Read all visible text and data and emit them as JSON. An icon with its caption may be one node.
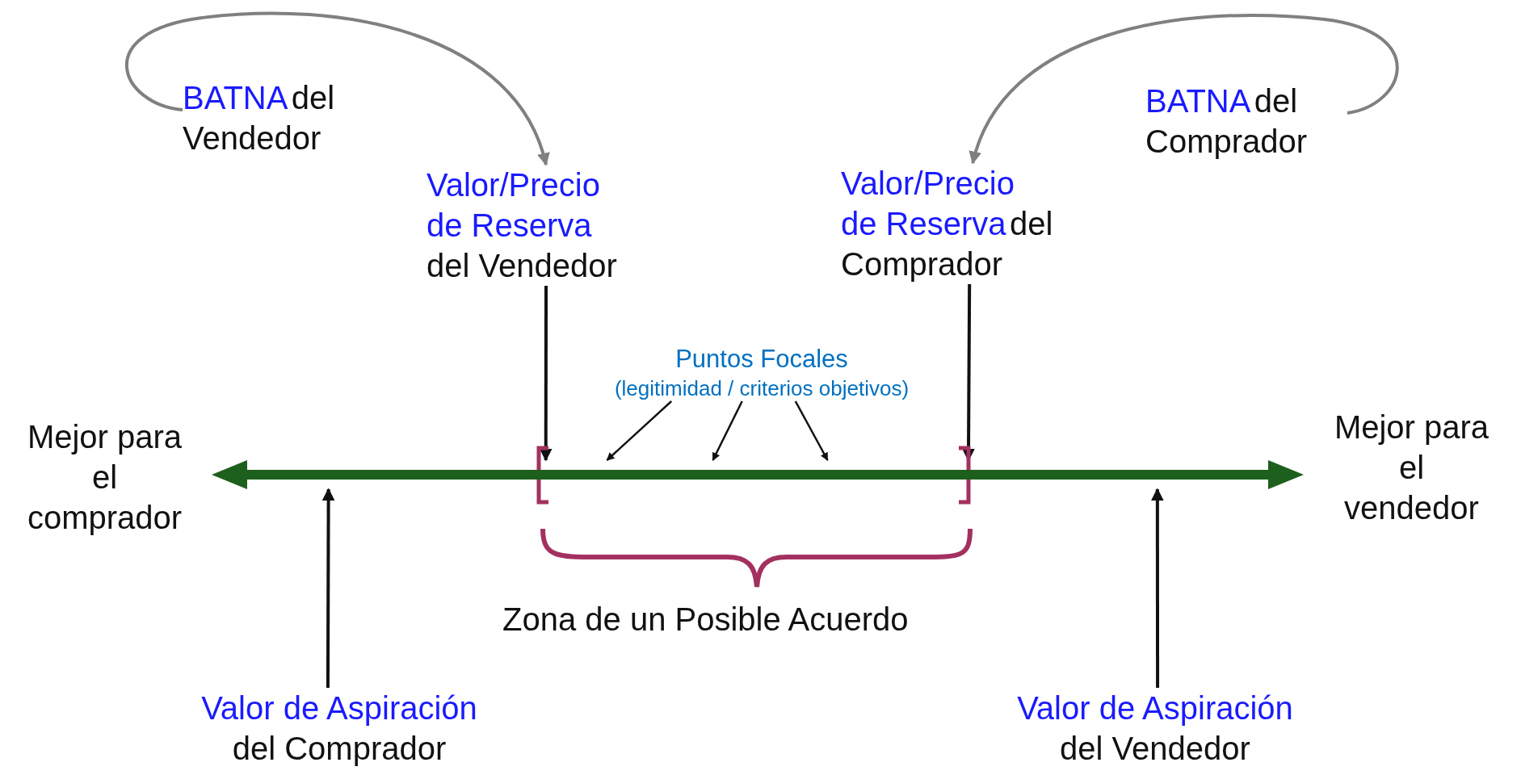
{
  "diagram": {
    "nodes": [
      {
        "text": [
          "BATNA",
          "del Vendedor"
        ]
      },
      {
        "text": [
          "BATNA",
          "del Comprador"
        ]
      },
      {
        "text": [
          "Valor/Precio de Reserva",
          "del Vendedor"
        ]
      },
      {
        "text": [
          "Valor/Precio de Reserva",
          "del Comprador"
        ]
      },
      {
        "text": [
          "Puntos Focales",
          "(legitimidad / criterios objetivos)"
        ]
      },
      {
        "text": [
          "Mejor para el comprador"
        ]
      },
      {
        "text": [],
        "shape": "bar"
      },
      {
        "text": [
          "Mejor para el vendedor"
        ]
      },
      {
        "text": [
          "Valor de Aspiración",
          "del Comprador"
        ]
      },
      {
        "text": [
          "Valor de Aspiración",
          "del Vendedor"
        ]
      }
    ],
    "edges": [
      {
        "from": 0,
        "to": 2,
        "arrow": "to",
        "color": "#808080"
      },
      {
        "from": 1,
        "to": 3,
        "arrow": "to",
        "color": "#808080"
      },
      {
        "from": 2,
        "to": 6,
        "arrow": "to"
      },
      {
        "from": 3,
        "to": 6,
        "arrow": "to"
      },
      {
        "from": 4,
        "to": 6,
        "arrow": "to"
      },
      {
        "from": 4,
        "to": 6,
        "arrow": "to"
      },
      {
        "from": 4,
        "to": 6,
        "arrow": "to"
      },
      {
        "from": 8,
        "to": 6,
        "arrow": "to"
      },
      {
        "from": 9,
        "to": 6,
        "arrow": "to"
      }
    ],
    "labels": [
      "Zona de un Posible Acuerdo"
    ]
  }
}
